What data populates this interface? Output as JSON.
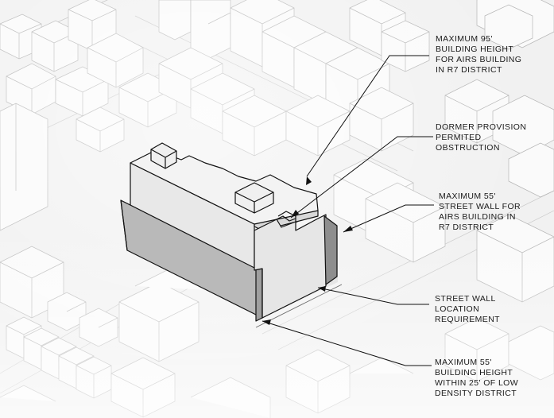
{
  "annotations": [
    {
      "id": "max-95",
      "lines": [
        "MAXIMUM 95'",
        "BUILDING HEIGHT",
        "FOR AIRS BUILDING",
        "IN R7 DISTRICT"
      ]
    },
    {
      "id": "dormer",
      "lines": [
        "DORMER PROVISION",
        "PERMITED",
        "OBSTRUCTION"
      ]
    },
    {
      "id": "max-55-street-wall",
      "lines": [
        "MAXIMUM 55'",
        "STREET WALL FOR",
        "AIRS BUILDING IN",
        "R7 DISTRICT"
      ]
    },
    {
      "id": "street-wall-location",
      "lines": [
        "STREET WALL",
        "LOCATION",
        "REQUIREMENT"
      ]
    },
    {
      "id": "max-55-low-density",
      "lines": [
        "MAXIMUM 55'",
        "BUILDING HEIGHT",
        "WITHIN 25' OF LOW",
        "DENSITY DISTRICT"
      ]
    }
  ]
}
